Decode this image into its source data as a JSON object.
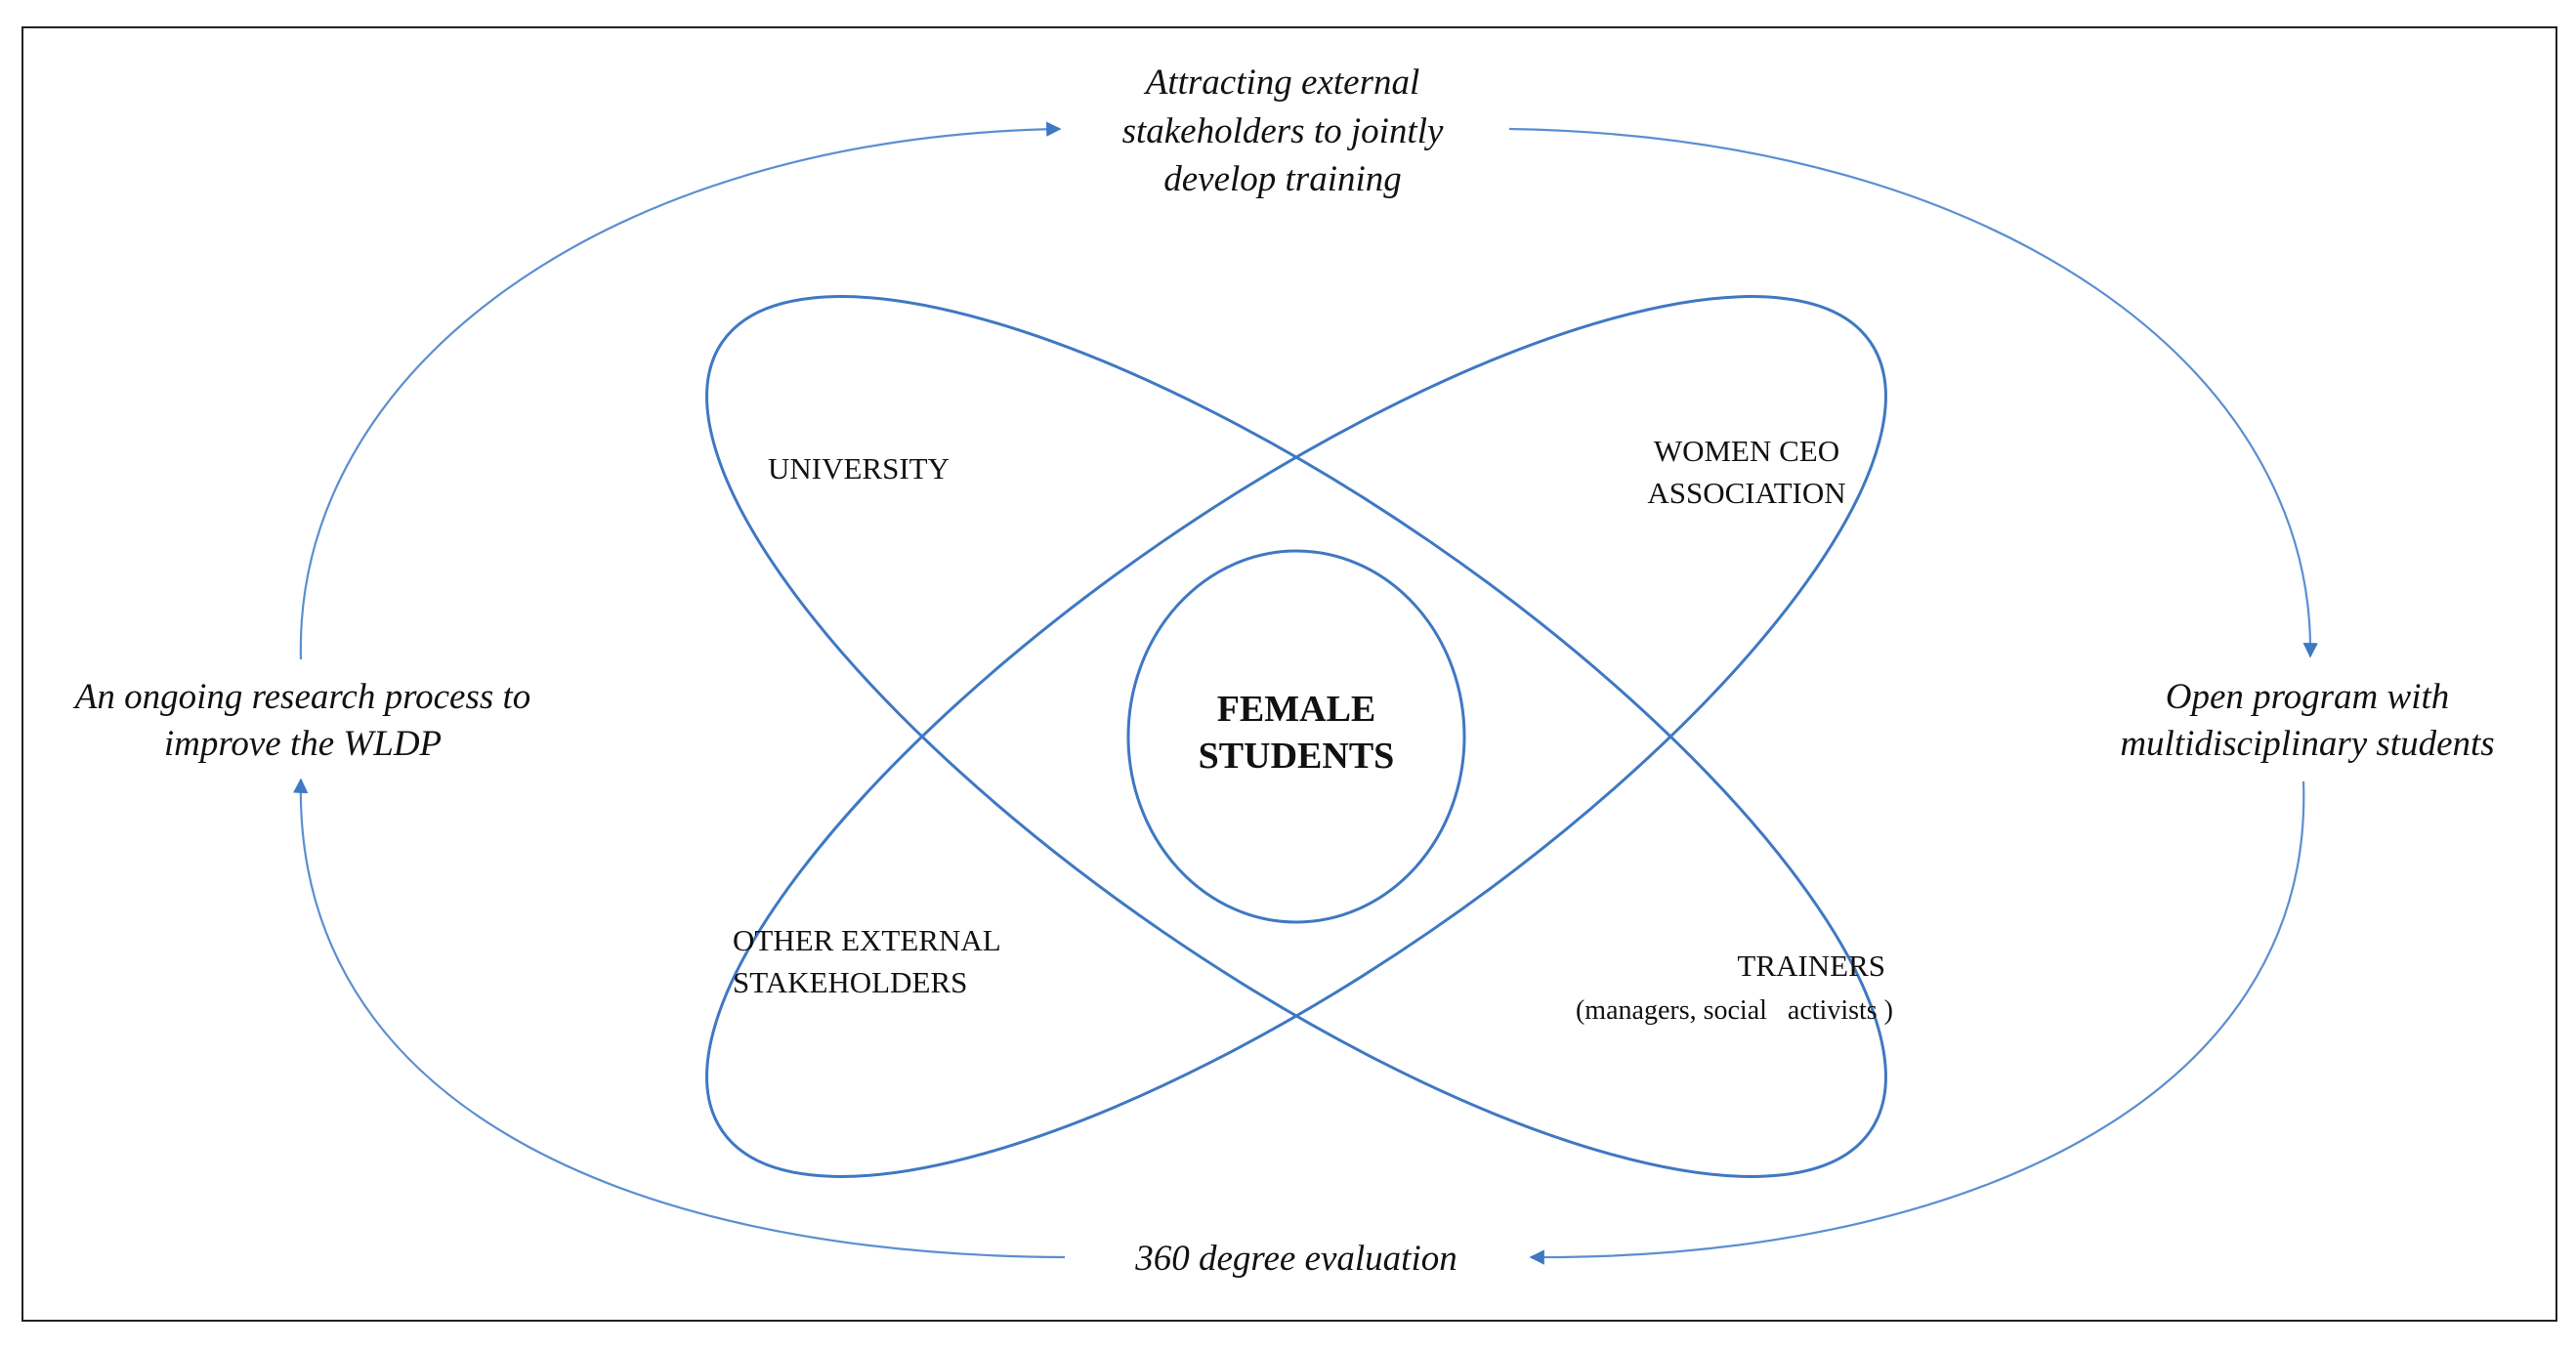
{
  "colors": {
    "ellipse_stroke": "#3f78c3",
    "arrow_stroke": "#5b8fd0",
    "text": "#111111",
    "frame": "#222222"
  },
  "cycle": {
    "top": {
      "line1": "Attracting external",
      "line2": "stakeholders to jointly",
      "line3": "develop training"
    },
    "right": {
      "line1": "Open program with",
      "line2": "multidisciplinary students"
    },
    "bottom": {
      "line1": "360 degree evaluation"
    },
    "left": {
      "line1": "An ongoing research process to",
      "line2": "improve the WLDP"
    }
  },
  "stakeholders": {
    "university": "UNIVERSITY",
    "women_ceo": {
      "line1": "WOMEN CEO",
      "line2": "ASSOCIATION"
    },
    "other_external": {
      "line1": "OTHER EXTERNAL",
      "line2": "STAKEHOLDERS"
    },
    "trainers": {
      "line1": "TRAINERS",
      "line2": "(managers, social   activists )"
    }
  },
  "center": {
    "line1": "FEMALE",
    "line2": "STUDENTS"
  }
}
